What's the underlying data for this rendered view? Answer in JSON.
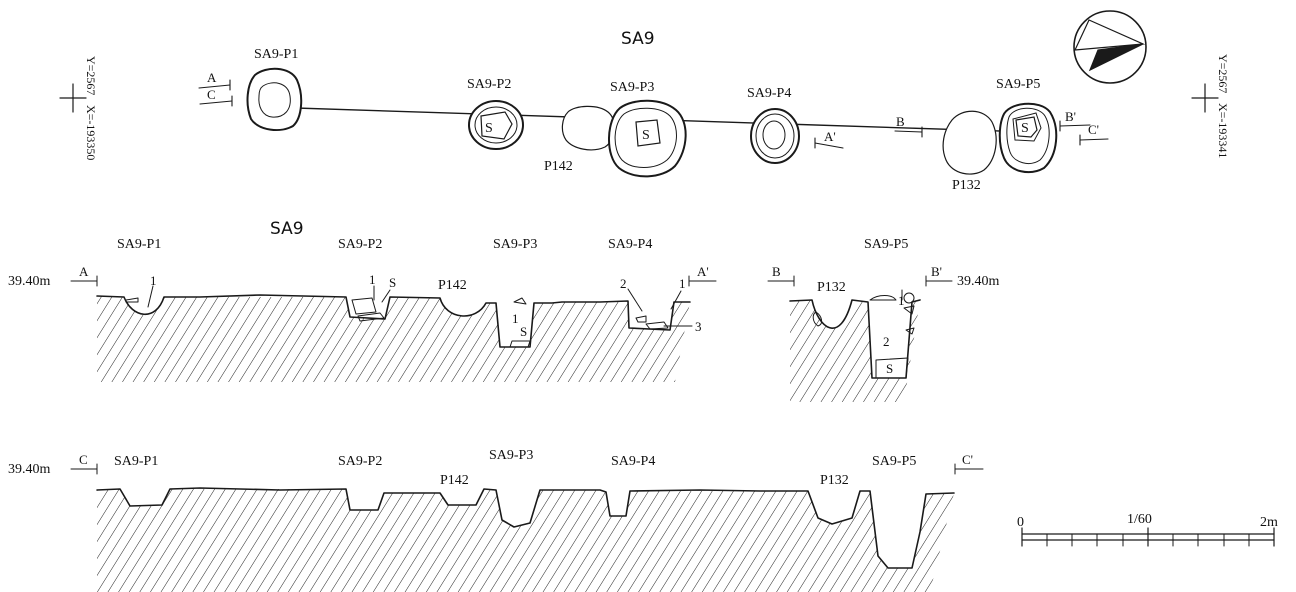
{
  "title": "SA9",
  "section_title": "SA9",
  "grid_markers": {
    "left": {
      "y": "Y=2567",
      "x": "X=-193350"
    },
    "right": {
      "y": "Y=2567",
      "x": "X=-193341"
    }
  },
  "plan": {
    "posts": {
      "p1": "SA9-P1",
      "p2": "SA9-P2",
      "p3": "SA9-P3",
      "p4": "SA9-P4",
      "p5": "SA9-P5"
    },
    "pits": {
      "p142": "P142",
      "p132": "P132"
    },
    "stone": "S",
    "section_points": {
      "a": "A",
      "a_prime": "A'",
      "b": "B",
      "b_prime": "B'",
      "c": "C",
      "c_prime": "C'"
    }
  },
  "section_ab": {
    "elevation_left": "39.40m",
    "elevation_right": "39.40m",
    "point_a": "A",
    "point_a_prime": "A'",
    "point_b": "B",
    "point_b_prime": "B'",
    "labels": {
      "p1": "SA9-P1",
      "p2": "SA9-P2",
      "p142": "P142",
      "p3": "SA9-P3",
      "p4": "SA9-P4",
      "p5": "SA9-P5",
      "p132": "P132"
    },
    "layers": {
      "one": "1",
      "two": "2",
      "three": "3",
      "stone": "S"
    }
  },
  "section_c": {
    "elevation": "39.40m",
    "point_c": "C",
    "point_c_prime": "C'",
    "labels": {
      "p1": "SA9-P1",
      "p2": "SA9-P2",
      "p142": "P142",
      "p3": "SA9-P3",
      "p4": "SA9-P4",
      "p132": "P132",
      "p5": "SA9-P5"
    }
  },
  "scale_bar": {
    "start": "0",
    "ratio": "1/60",
    "end": "2m"
  },
  "north_arrow": "north-arrow-icon"
}
